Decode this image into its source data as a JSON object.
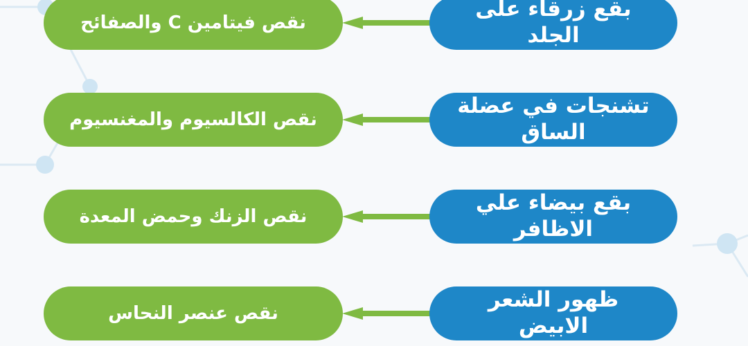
{
  "colors": {
    "cause_pill": "#7fba42",
    "symptom_pill": "#1e87c8",
    "arrow": "#7fba42",
    "text": "#ffffff",
    "background": "#f7f9fb"
  },
  "rows": [
    {
      "symptom": "بقع زرقاء على الجلد",
      "cause": "نقص فيتامين C والصفائح"
    },
    {
      "symptom": "تشنجات في عضلة الساق",
      "cause": "نقص الكالسيوم والمغنسيوم"
    },
    {
      "symptom": "بقع بيضاء علي الاظافر",
      "cause": "نقص الزنك وحمض المعدة"
    },
    {
      "symptom": "ظهور الشعر الابيض",
      "cause": "نقص عنصر النحاس"
    }
  ]
}
